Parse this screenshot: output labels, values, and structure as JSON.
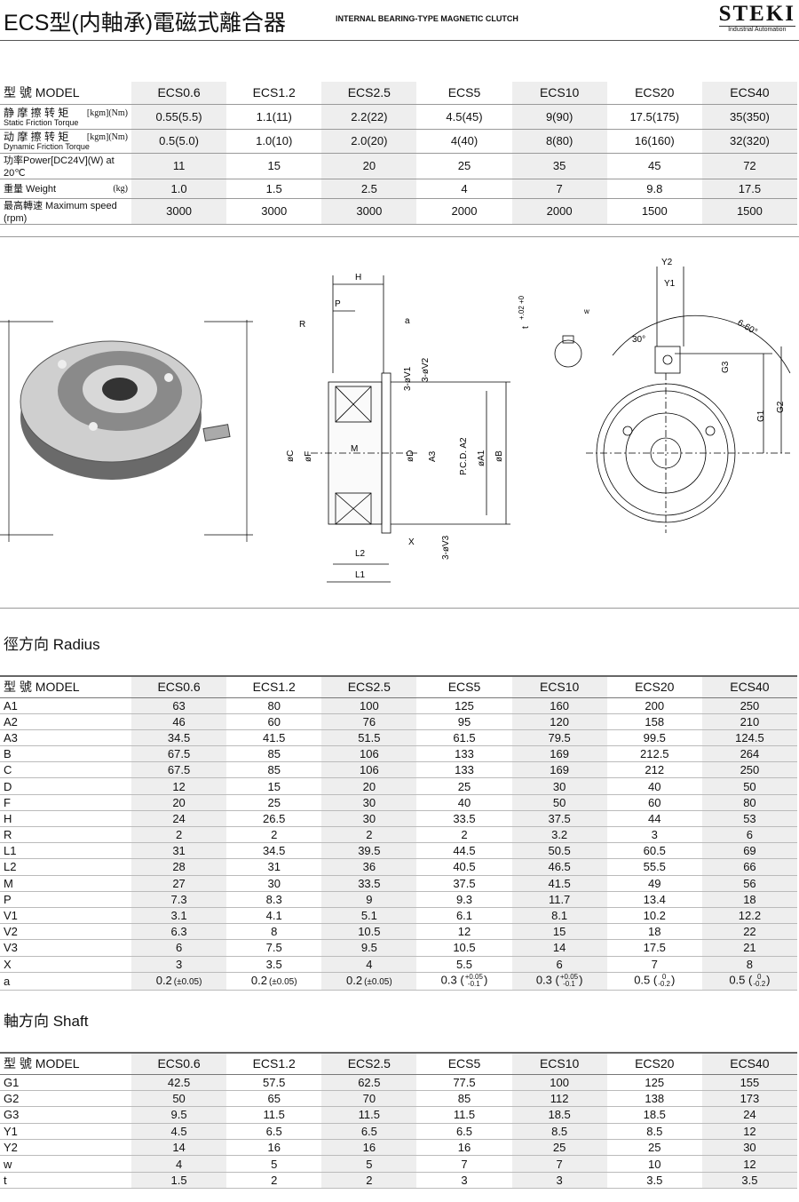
{
  "header": {
    "title": "ECS型(内軸承)電磁式離合器",
    "subtitle": "INTERNAL BEARING-TYPE MAGNETIC CLUTCH",
    "logo": "STEKI",
    "logo_sub": "Industrial Automation"
  },
  "models": [
    "ECS0.6",
    "ECS1.2",
    "ECS2.5",
    "ECS5",
    "ECS10",
    "ECS20",
    "ECS40"
  ],
  "spec": {
    "model_label": "型  號 MODEL",
    "rows": [
      {
        "label": "静 摩 擦 转 矩",
        "sub": "Static Friction Torque",
        "unit": "[kgm](Nm)",
        "values": [
          "0.55(5.5)",
          "1.1(11)",
          "2.2(22)",
          "4.5(45)",
          "9(90)",
          "17.5(175)",
          "35(350)"
        ]
      },
      {
        "label": "动 摩 擦 转 矩",
        "sub": "Dynamic Friction Torque",
        "unit": "[kgm](Nm)",
        "values": [
          "0.5(5.0)",
          "1.0(10)",
          "2.0(20)",
          "4(40)",
          "8(80)",
          "16(160)",
          "32(320)"
        ]
      },
      {
        "label": "功率Power[DC24V](W) at 20℃",
        "values": [
          "11",
          "15",
          "20",
          "25",
          "35",
          "45",
          "72"
        ]
      },
      {
        "label": "重量 Weight",
        "unit": "(kg)",
        "values": [
          "1.0",
          "1.5",
          "2.5",
          "4",
          "7",
          "9.8",
          "17.5"
        ]
      },
      {
        "label": "最高轉速 Maximum speed (rpm)",
        "values": [
          "3000",
          "3000",
          "3000",
          "2000",
          "2000",
          "1500",
          "1500"
        ]
      }
    ]
  },
  "diagram": {
    "labels": {
      "H": "H",
      "P": "P",
      "R": "R",
      "a": "a",
      "V1": "3-øV1",
      "V2": "3-øV2",
      "C": "øC",
      "F": "øF",
      "M": "M",
      "D": "øD",
      "A3": "A3",
      "A2": "P.C.D. A2",
      "A1": "øA1",
      "B": "øB",
      "L2": "L2",
      "L1": "L1",
      "X": "X",
      "V3": "3-øV3",
      "t": "t",
      "t_tol": "+.02 +0",
      "w": "w",
      "Y2": "Y2",
      "Y1": "Y1",
      "ang30": "30°",
      "ang60": "6-60°",
      "G3": "G3",
      "G1": "G1",
      "G2": "G2"
    }
  },
  "radius": {
    "title": "徑方向  Radius",
    "model_label": "型  號 MODEL",
    "rows": [
      {
        "label": "A1",
        "values": [
          "63",
          "80",
          "100",
          "125",
          "160",
          "200",
          "250"
        ]
      },
      {
        "label": "A2",
        "values": [
          "46",
          "60",
          "76",
          "95",
          "120",
          "158",
          "210"
        ]
      },
      {
        "label": "A3",
        "values": [
          "34.5",
          "41.5",
          "51.5",
          "61.5",
          "79.5",
          "99.5",
          "124.5"
        ]
      },
      {
        "label": "B",
        "values": [
          "67.5",
          "85",
          "106",
          "133",
          "169",
          "212.5",
          "264"
        ]
      },
      {
        "label": "C",
        "values": [
          "67.5",
          "85",
          "106",
          "133",
          "169",
          "212",
          "250"
        ]
      },
      {
        "label": "D",
        "values": [
          "12",
          "15",
          "20",
          "25",
          "30",
          "40",
          "50"
        ]
      },
      {
        "label": "F",
        "values": [
          "20",
          "25",
          "30",
          "40",
          "50",
          "60",
          "80"
        ]
      },
      {
        "label": "H",
        "values": [
          "24",
          "26.5",
          "30",
          "33.5",
          "37.5",
          "44",
          "53"
        ]
      },
      {
        "label": "R",
        "values": [
          "2",
          "2",
          "2",
          "2",
          "3.2",
          "3",
          "6"
        ]
      },
      {
        "label": "L1",
        "values": [
          "31",
          "34.5",
          "39.5",
          "44.5",
          "50.5",
          "60.5",
          "69"
        ]
      },
      {
        "label": "L2",
        "values": [
          "28",
          "31",
          "36",
          "40.5",
          "46.5",
          "55.5",
          "66"
        ]
      },
      {
        "label": "M",
        "values": [
          "27",
          "30",
          "33.5",
          "37.5",
          "41.5",
          "49",
          "56"
        ]
      },
      {
        "label": "P",
        "values": [
          "7.3",
          "8.3",
          "9",
          "9.3",
          "11.7",
          "13.4",
          "18"
        ]
      },
      {
        "label": "V1",
        "values": [
          "3.1",
          "4.1",
          "5.1",
          "6.1",
          "8.1",
          "10.2",
          "12.2"
        ]
      },
      {
        "label": "V2",
        "values": [
          "6.3",
          "8",
          "10.5",
          "12",
          "15",
          "18",
          "22"
        ]
      },
      {
        "label": "V3",
        "values": [
          "6",
          "7.5",
          "9.5",
          "10.5",
          "14",
          "17.5",
          "21"
        ]
      },
      {
        "label": "X",
        "values": [
          "3",
          "3.5",
          "4",
          "5.5",
          "6",
          "7",
          "8"
        ]
      }
    ],
    "a_row": {
      "label": "a",
      "values": [
        {
          "v": "0.2",
          "pm": "(±0.05)"
        },
        {
          "v": "0.2",
          "pm": "(±0.05)"
        },
        {
          "v": "0.2",
          "pm": "(±0.05)"
        },
        {
          "v": "0.3",
          "up": "+0.05",
          "lo": "-0.1"
        },
        {
          "v": "0.3",
          "up": "+0.05",
          "lo": "-0.1"
        },
        {
          "v": "0.5",
          "up": "0",
          "lo": "-0.2"
        },
        {
          "v": "0.5",
          "up": "0",
          "lo": "-0.2"
        }
      ]
    }
  },
  "shaft": {
    "title": "軸方向  Shaft",
    "model_label": "型  號 MODEL",
    "rows": [
      {
        "label": "G1",
        "values": [
          "42.5",
          "57.5",
          "62.5",
          "77.5",
          "100",
          "125",
          "155"
        ]
      },
      {
        "label": "G2",
        "values": [
          "50",
          "65",
          "70",
          "85",
          "112",
          "138",
          "173"
        ]
      },
      {
        "label": "G3",
        "values": [
          "9.5",
          "11.5",
          "11.5",
          "11.5",
          "18.5",
          "18.5",
          "24"
        ]
      },
      {
        "label": "Y1",
        "values": [
          "4.5",
          "6.5",
          "6.5",
          "6.5",
          "8.5",
          "8.5",
          "12"
        ]
      },
      {
        "label": "Y2",
        "values": [
          "14",
          "16",
          "16",
          "16",
          "25",
          "25",
          "30"
        ]
      },
      {
        "label": "w",
        "values": [
          "4",
          "5",
          "5",
          "7",
          "7",
          "10",
          "12"
        ]
      },
      {
        "label": "t",
        "values": [
          "1.5",
          "2",
          "2",
          "3",
          "3",
          "3.5",
          "3.5"
        ]
      }
    ]
  }
}
